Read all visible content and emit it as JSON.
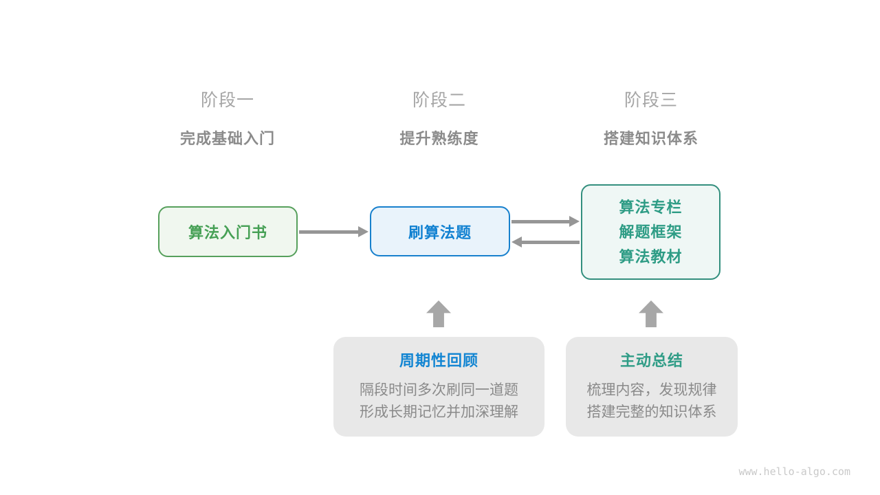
{
  "watermark": "www.hello-algo.com",
  "colors": {
    "green_text": "#46a055",
    "green_border": "#56a05c",
    "green_fill": "#f0f7ef",
    "blue_text": "#1181d1",
    "blue_border": "#1780cd",
    "blue_fill": "#e9f3fb",
    "teal_text": "#2e9c85",
    "teal_border": "#338f7e",
    "teal_fill": "#eff7f5",
    "callout_fill": "#e8e8e8",
    "callout_title_blue": "#1285d2",
    "callout_title_teal": "#2f9c86",
    "arrow_gray": "#969696",
    "block_arrow_gray": "#a7a7a7",
    "stage_label_gray": "#a5a5a5",
    "stage_subtitle_gray": "#8b8b8b",
    "body_text_gray": "#8a8a8a",
    "watermark_gray": "#c9c9c9"
  },
  "stages": [
    {
      "label": "阶段一",
      "subtitle": "完成基础入门"
    },
    {
      "label": "阶段二",
      "subtitle": "提升熟练度"
    },
    {
      "label": "阶段三",
      "subtitle": "搭建知识体系"
    }
  ],
  "nodes": {
    "intro_book": {
      "label": "算法入门书"
    },
    "practice_problems": {
      "label": "刷算法题"
    },
    "resources": {
      "lines": [
        "算法专栏",
        "解题框架",
        "算法教材"
      ]
    }
  },
  "callouts": {
    "periodic_review": {
      "title": "周期性回顾",
      "lines": [
        "隔段时间多次刷同一道题",
        "形成长期记忆并加深理解"
      ]
    },
    "active_summary": {
      "title": "主动总结",
      "lines": [
        "梳理内容，发现规律",
        "搭建完整的知识体系"
      ]
    }
  }
}
